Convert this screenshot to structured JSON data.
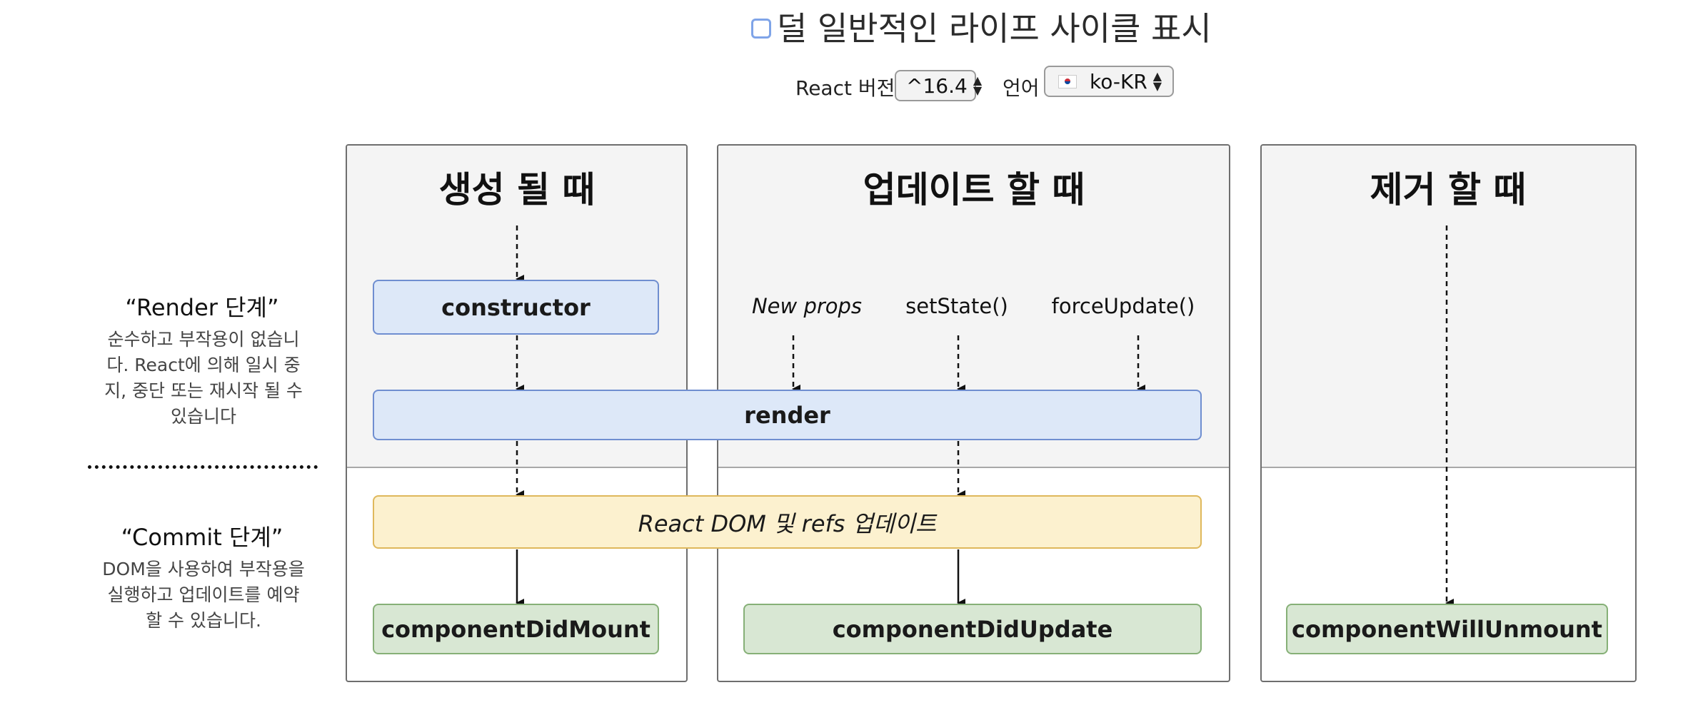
{
  "controls": {
    "less_common_label": "덜 일반적인 라이프 사이클 표시",
    "react_version_label": "React 버전",
    "react_version_value": "^16.4",
    "language_label": "언어",
    "language_value": "ko-KR"
  },
  "phases": {
    "render": {
      "title": "“Render 단계”",
      "description": "순수하고 부작용이 없습니다. React에 의해 일시 중지, 중단 또는 재시작 될 수 있습니다"
    },
    "commit": {
      "title": "“Commit 단계”",
      "description": "DOM을 사용하여 부작용을 실행하고 업데이트를 예약 할 수 있습니다."
    }
  },
  "columns": {
    "mounting": "생성 될 때",
    "updating": "업데이트 할 때",
    "unmounting": "제거 할 때"
  },
  "triggers": {
    "new_props": "New props",
    "set_state": "setState()",
    "force_update": "forceUpdate()"
  },
  "methods": {
    "constructor": "constructor",
    "render": "render",
    "dom_update": "React DOM 및 refs 업데이트",
    "did_mount": "componentDidMount",
    "did_update": "componentDidUpdate",
    "will_unmount": "componentWillUnmount"
  },
  "colors": {
    "render_box": "#dde8f8",
    "commit_box": "#d8e7d3",
    "dom_box": "#fcf1cf",
    "checkbox": "#7fa4e8"
  }
}
